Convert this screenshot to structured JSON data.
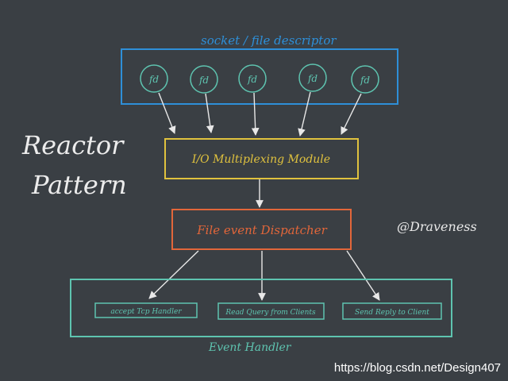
{
  "diagram": {
    "title_line1": "Reactor",
    "title_line2": "Pattern",
    "author": "@Draveness",
    "sources_label": "socket / file descriptor",
    "fd_nodes": [
      "fd",
      "fd",
      "fd",
      "fd",
      "fd"
    ],
    "multiplexer_label": "I/O Multiplexing Module",
    "dispatcher_label": "File event Dispatcher",
    "handlers_label": "Event Handler",
    "handlers": [
      "accept Tcp Handler",
      "Read Query from Clients",
      "Send Reply to Client"
    ],
    "watermark": "https://blog.csdn.net/Design407"
  },
  "colors": {
    "background": "#3a3f44",
    "sources": "#2e8fd8",
    "multiplexer": "#e0c23e",
    "dispatcher": "#e2663a",
    "handlers": "#5ec4b0",
    "text": "#e8e8e8"
  }
}
